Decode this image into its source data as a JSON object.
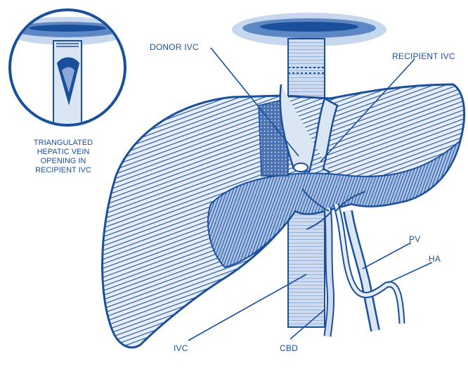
{
  "colors": {
    "ink": "#1a4f9c",
    "light": "#cfdcf0",
    "mid": "#5d86c4",
    "paper": "#ffffff"
  },
  "labels": {
    "donor_ivc": "DONOR IVC",
    "recipient_ivc": "RECIPIENT IVC",
    "pv": "PV",
    "ha": "HA",
    "ivc": "IVC",
    "cbd": "CBD"
  },
  "inset": {
    "caption_lines": [
      "TRIANGULATED",
      "HEPATIC VEIN",
      "OPENING IN",
      "RECIPIENT IVC"
    ]
  }
}
